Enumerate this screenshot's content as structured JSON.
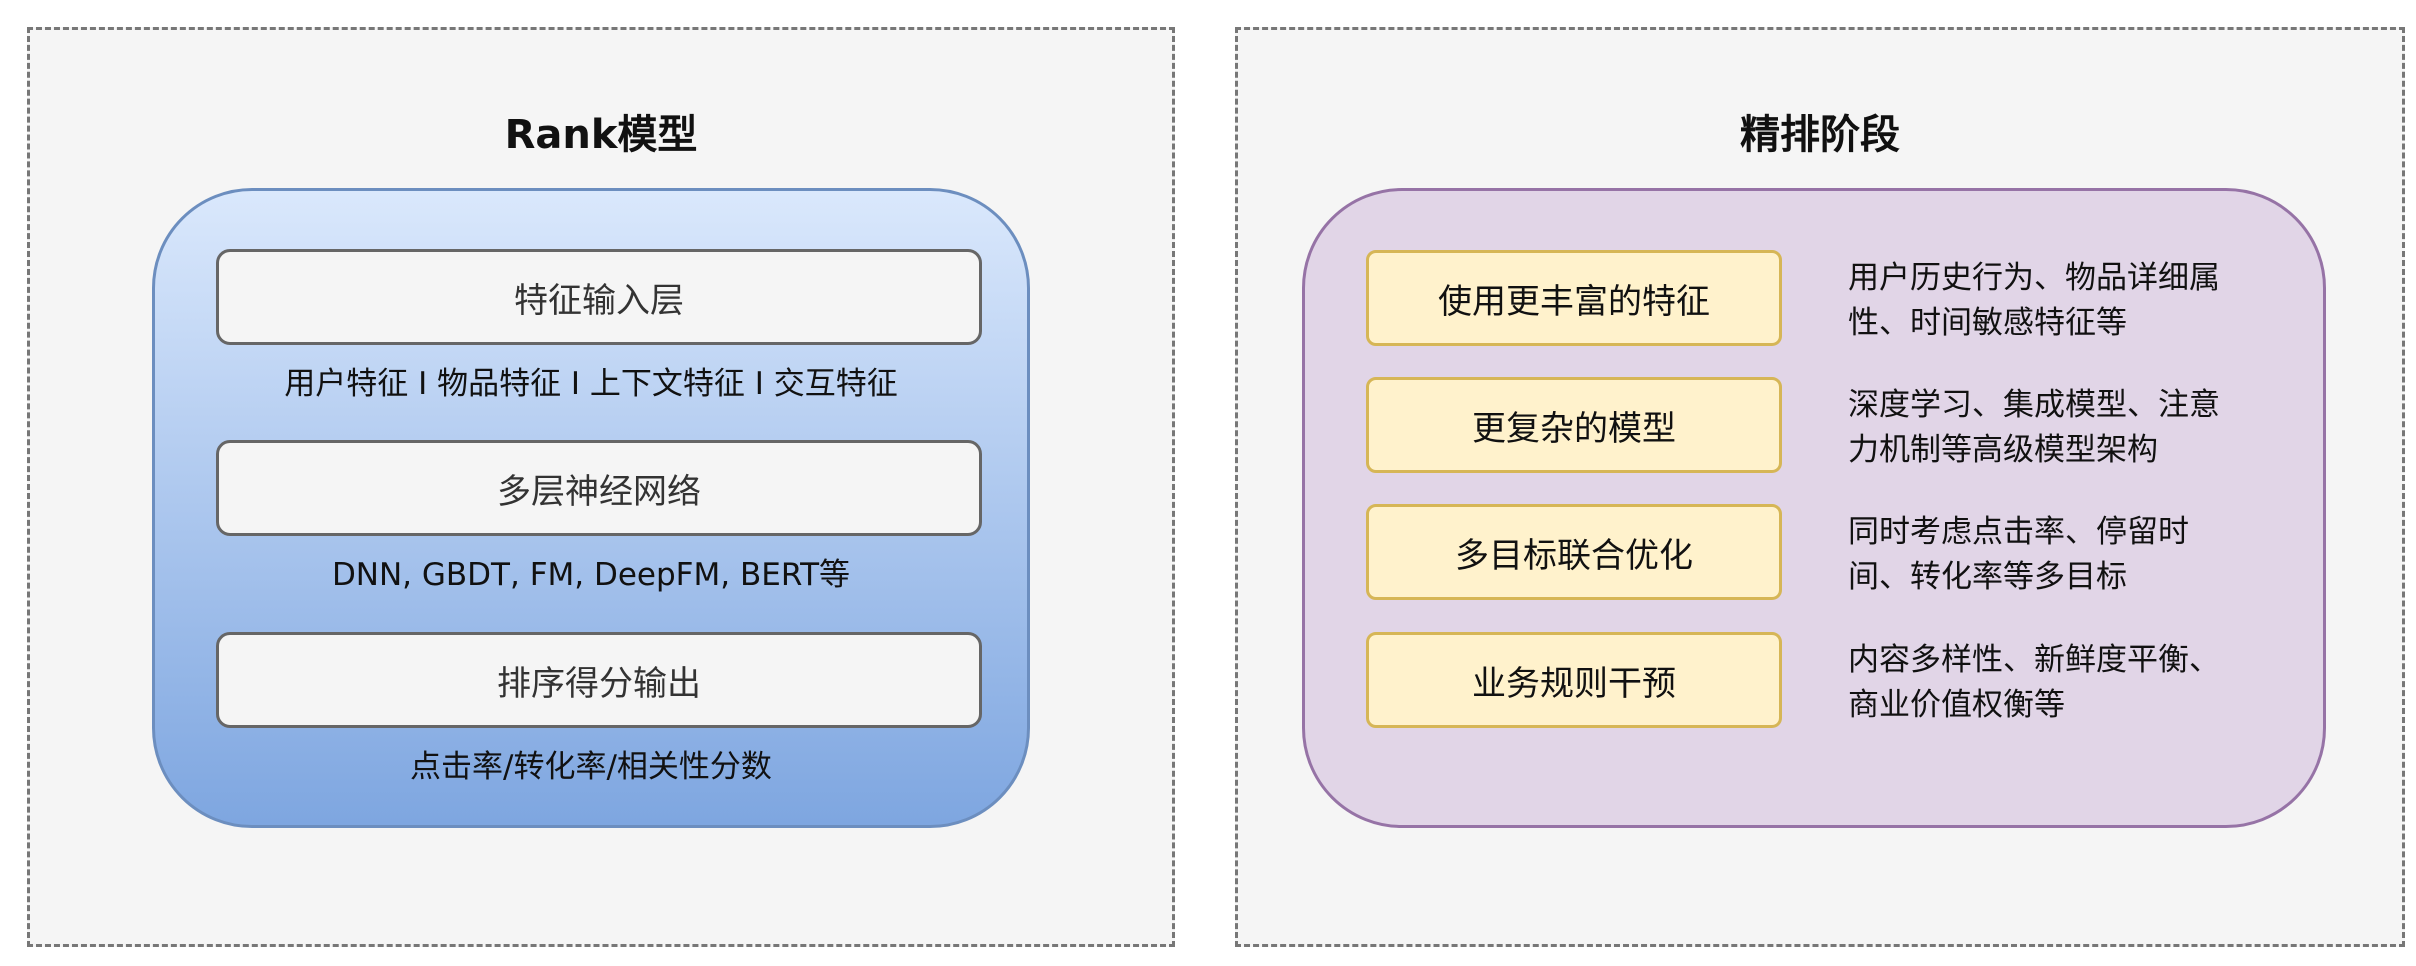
{
  "rank_model": {
    "title": "Rank模型",
    "layers": [
      {
        "label": "特征输入层",
        "caption": "用户特征 I 物品特征 I 上下文特征 I 交互特征"
      },
      {
        "label": "多层神经网络",
        "caption": "DNN, GBDT, FM, DeepFM, BERT等"
      },
      {
        "label": "排序得分输出",
        "caption": "点击率/转化率/相关性分数"
      }
    ],
    "colors": {
      "gradient_top": "#dae8fc",
      "gradient_bottom": "#7ea6e0",
      "border": "#6c8ebf"
    }
  },
  "fine_rank_stage": {
    "title": "精排阶段",
    "items": [
      {
        "label": "使用更丰富的特征",
        "desc_line1": "用户历史行为、物品详细属",
        "desc_line2": "性、时间敏感特征等"
      },
      {
        "label": "更复杂的模型",
        "desc_line1": "深度学习、集成模型、注意",
        "desc_line2": "力机制等高级模型架构"
      },
      {
        "label": "多目标联合优化",
        "desc_line1": "同时考虑点击率、停留时",
        "desc_line2": "间、转化率等多目标"
      },
      {
        "label": "业务规则干预",
        "desc_line1": "内容多样性、新鲜度平衡、",
        "desc_line2": "商业价值权衡等"
      }
    ],
    "colors": {
      "container_fill": "#e1d5e7",
      "container_border": "#9673a6",
      "item_fill": "#fff2cc",
      "item_border": "#d6b656"
    }
  }
}
